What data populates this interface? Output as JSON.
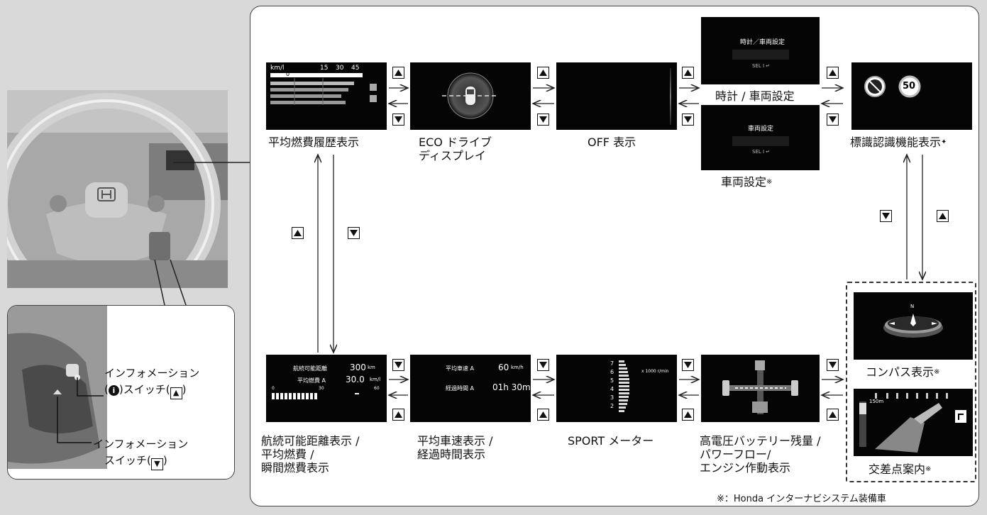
{
  "screens": {
    "avg_fuel_history": {
      "label": "平均燃費履歴表示",
      "unit": "km/l",
      "ticks": [
        "15",
        "30",
        "45"
      ],
      "row_value": "0"
    },
    "eco_drive": {
      "label": "ECO ドライブ\nディスプレイ"
    },
    "off_display": {
      "label": "OFF 表示"
    },
    "clock_settings": {
      "label": "時計 / 車両設定",
      "screen_title": "時計／車両設定",
      "screen_sel": "SEL I ↵"
    },
    "vehicle_settings": {
      "label": "車両設定",
      "note_mark": "※",
      "screen_title": "車両設定",
      "screen_sel": "SEL I ↵"
    },
    "sign_recognition": {
      "label": "標識認識機能表示",
      "mark": "✦",
      "speed_sign": "50"
    },
    "range_fuel": {
      "label": "航続可能距離表示 /\n平均燃費 /\n瞬間燃費表示",
      "row1_name": "航続可能距離",
      "row1_value": "300",
      "row1_unit": "km",
      "row2_name": "平均燃費 A",
      "row2_value": "30.0",
      "row2_unit": "km/l",
      "scale": [
        "0",
        "30",
        "60"
      ]
    },
    "avg_speed": {
      "label": "平均車速表示 /\n経過時間表示",
      "row1_name": "平均車速 A",
      "row1_value": "60",
      "row1_unit": "km/h",
      "row2_name": "経過時間 A",
      "row2_value": "01h 30m"
    },
    "sport_meter": {
      "label": "SPORT メーター",
      "rpm_unit": "x 1000 r/min",
      "rpm_ticks": [
        "7",
        "6",
        "5",
        "4",
        "3",
        "2"
      ]
    },
    "hv_battery": {
      "label": "高電圧バッテリー残量 /\nパワーフロー/\nエンジン作動表示"
    },
    "compass": {
      "label": "コンパス表示",
      "note_mark": "※",
      "n_letter": "N"
    },
    "intersection": {
      "label": "交差点案内",
      "note_mark": "※",
      "distance": "150m"
    }
  },
  "buttons": {
    "up": "▲",
    "down": "▼"
  },
  "inset": {
    "info_up_label_line1": "インフォメーション",
    "info_up_label_line2_a": "(",
    "info_up_label_line2_b": ")スイッチ(",
    "info_up_label_line2_c": ")",
    "info_down_label_line1": "インフォメーション",
    "info_down_label_line2_a": "スイッチ(",
    "info_down_label_line2_b": ")"
  },
  "footnote": "※：Honda インターナビシステム装備車",
  "colors": {
    "screen_bg": "#050505",
    "panel_border": "#444444",
    "page_bg": "#d9d9d9"
  }
}
